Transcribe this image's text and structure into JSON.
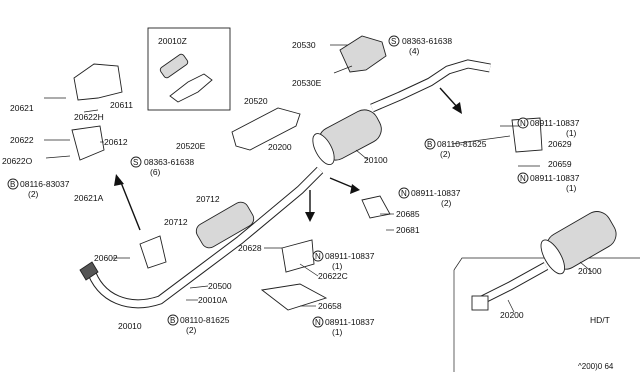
{
  "kit_box": {
    "code": "20010Z"
  },
  "variant_label": "HD/T",
  "diagram_ref": "^200)0 64",
  "labels": {
    "p20530": "20530",
    "p20530e": "20530E",
    "s08363_top": "08363-61638",
    "s08363_top_qty": "(4)",
    "p20621": "20621",
    "p20622h": "20622H",
    "p20611": "20611",
    "p20622": "20622",
    "p20612": "20612",
    "p20622o": "20622O",
    "b08116": "08116-83037",
    "b08116_qty": "(2)",
    "p20621a": "20621A",
    "p20520": "20520",
    "p20520e": "20520E",
    "s08363_mid": "08363-61638",
    "s08363_mid_qty": "(6)",
    "p20200_main": "20200",
    "p20100_main": "20100",
    "n08911_r1": "08911-10837",
    "n08911_r1_qty": "(1)",
    "b08110_r": "08110-81625",
    "b08110_r_qty": "(2)",
    "p20629": "20629",
    "p20659": "20659",
    "n08911_r2": "08911-10837",
    "n08911_r2_qty": "(1)",
    "p20712a": "20712",
    "p20712b": "20712",
    "n08911_c": "08911-10837",
    "n08911_c_qty": "(2)",
    "p20685": "20685",
    "p20681": "20681",
    "p20628": "20628",
    "n08911_c2": "08911-10837",
    "n08911_c2_qty": "(1)",
    "p20622c": "20622C",
    "p20602": "20602",
    "p20500": "20500",
    "p20010a": "20010A",
    "p20010": "20010",
    "p20658": "20658",
    "b08110_b": "08110-81625",
    "b08110_b_qty": "(2)",
    "n08911_b": "08911-10837",
    "n08911_b_qty": "(1)",
    "p20100_hd": "20100",
    "p20200_hd": "20200"
  },
  "marks": {
    "bolt": "B",
    "screw": "S",
    "nut": "N"
  }
}
